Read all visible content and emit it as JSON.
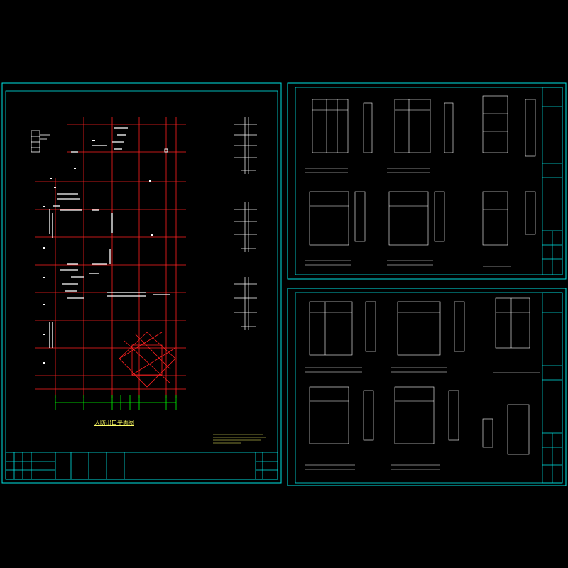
{
  "drawing": {
    "plan_title": "人防出口平面图",
    "colors": {
      "background": "#000000",
      "frame": "#00e5e5",
      "axis": "#ff2020",
      "linework": "#ffffff",
      "dimension": "#00ff00",
      "accent": "#ffff66"
    },
    "sheets": [
      {
        "name": "plan-sheet",
        "kind": "floor plan with red axis grid"
      },
      {
        "name": "detail-sheet-upper",
        "kind": "elevations and sections"
      },
      {
        "name": "detail-sheet-lower",
        "kind": "elevations and sections"
      }
    ]
  }
}
